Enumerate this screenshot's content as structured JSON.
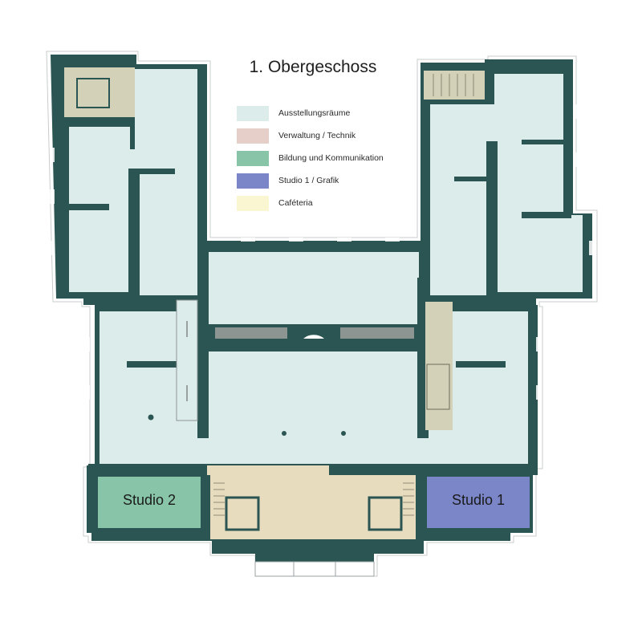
{
  "title": "1. Obergeschoss",
  "legend": [
    {
      "label": "Ausstellungsräume",
      "color": "#dceceb"
    },
    {
      "label": "Verwaltung / Technik",
      "color": "#e6cfc8"
    },
    {
      "label": "Bildung und Kommunikation",
      "color": "#88c5a8"
    },
    {
      "label": "Studio 1 / Grafik",
      "color": "#7b86c8"
    },
    {
      "label": "Caféteria",
      "color": "#fbf6d2"
    }
  ],
  "rooms": {
    "studio2": "Studio 2",
    "studio1": "Studio 1"
  },
  "colors": {
    "wall": "#2a5552",
    "exhibition": "#dceceb",
    "education": "#88c5a8",
    "studio": "#7b86c8",
    "stair": "#e8dcbf",
    "service": "#d3d2b8",
    "divider": "#8d9593"
  }
}
